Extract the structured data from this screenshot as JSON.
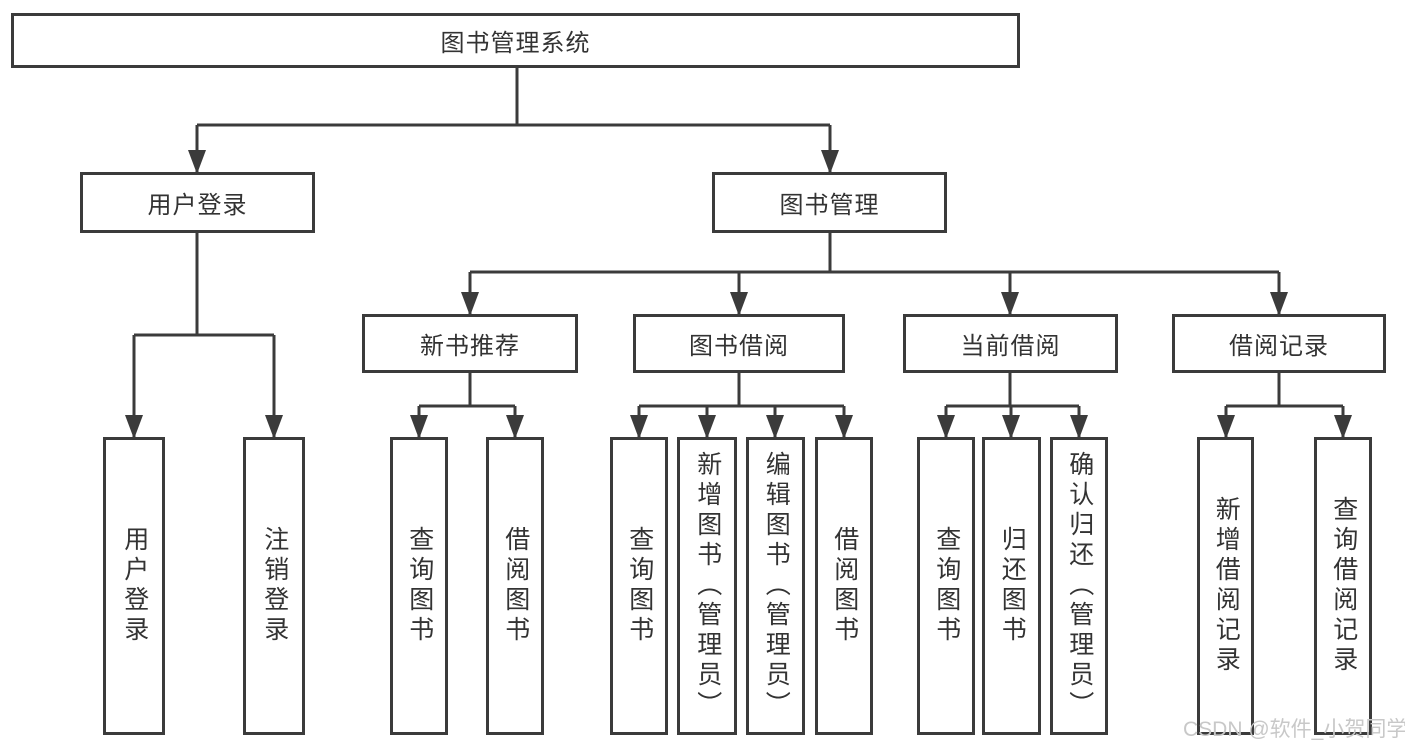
{
  "diagram_title": "图书管理系统",
  "tree": {
    "label": "图书管理系统",
    "children": [
      {
        "label": "用户登录",
        "children": [
          {
            "label": "用户登录"
          },
          {
            "label": "注销登录"
          }
        ]
      },
      {
        "label": "图书管理",
        "children": [
          {
            "label": "新书推荐",
            "children": [
              {
                "label": "查询图书"
              },
              {
                "label": "借阅图书"
              }
            ]
          },
          {
            "label": "图书借阅",
            "children": [
              {
                "label": "查询图书"
              },
              {
                "label": "新增图书（管理员）"
              },
              {
                "label": "编辑图书（管理员）"
              },
              {
                "label": "借阅图书"
              }
            ]
          },
          {
            "label": "当前借阅",
            "children": [
              {
                "label": "查询图书"
              },
              {
                "label": "归还图书"
              },
              {
                "label": "确认归还（管理员）"
              }
            ]
          },
          {
            "label": "借阅记录",
            "children": [
              {
                "label": "新增借阅记录"
              },
              {
                "label": "查询借阅记录"
              }
            ]
          }
        ]
      }
    ]
  },
  "watermark": "CSDN @软件_小贺同学",
  "colors": {
    "line": "#3b3b3b",
    "box_border": "#3b3b3b",
    "text": "#333333",
    "watermark": "#c8c8c8",
    "background": "#ffffff"
  }
}
